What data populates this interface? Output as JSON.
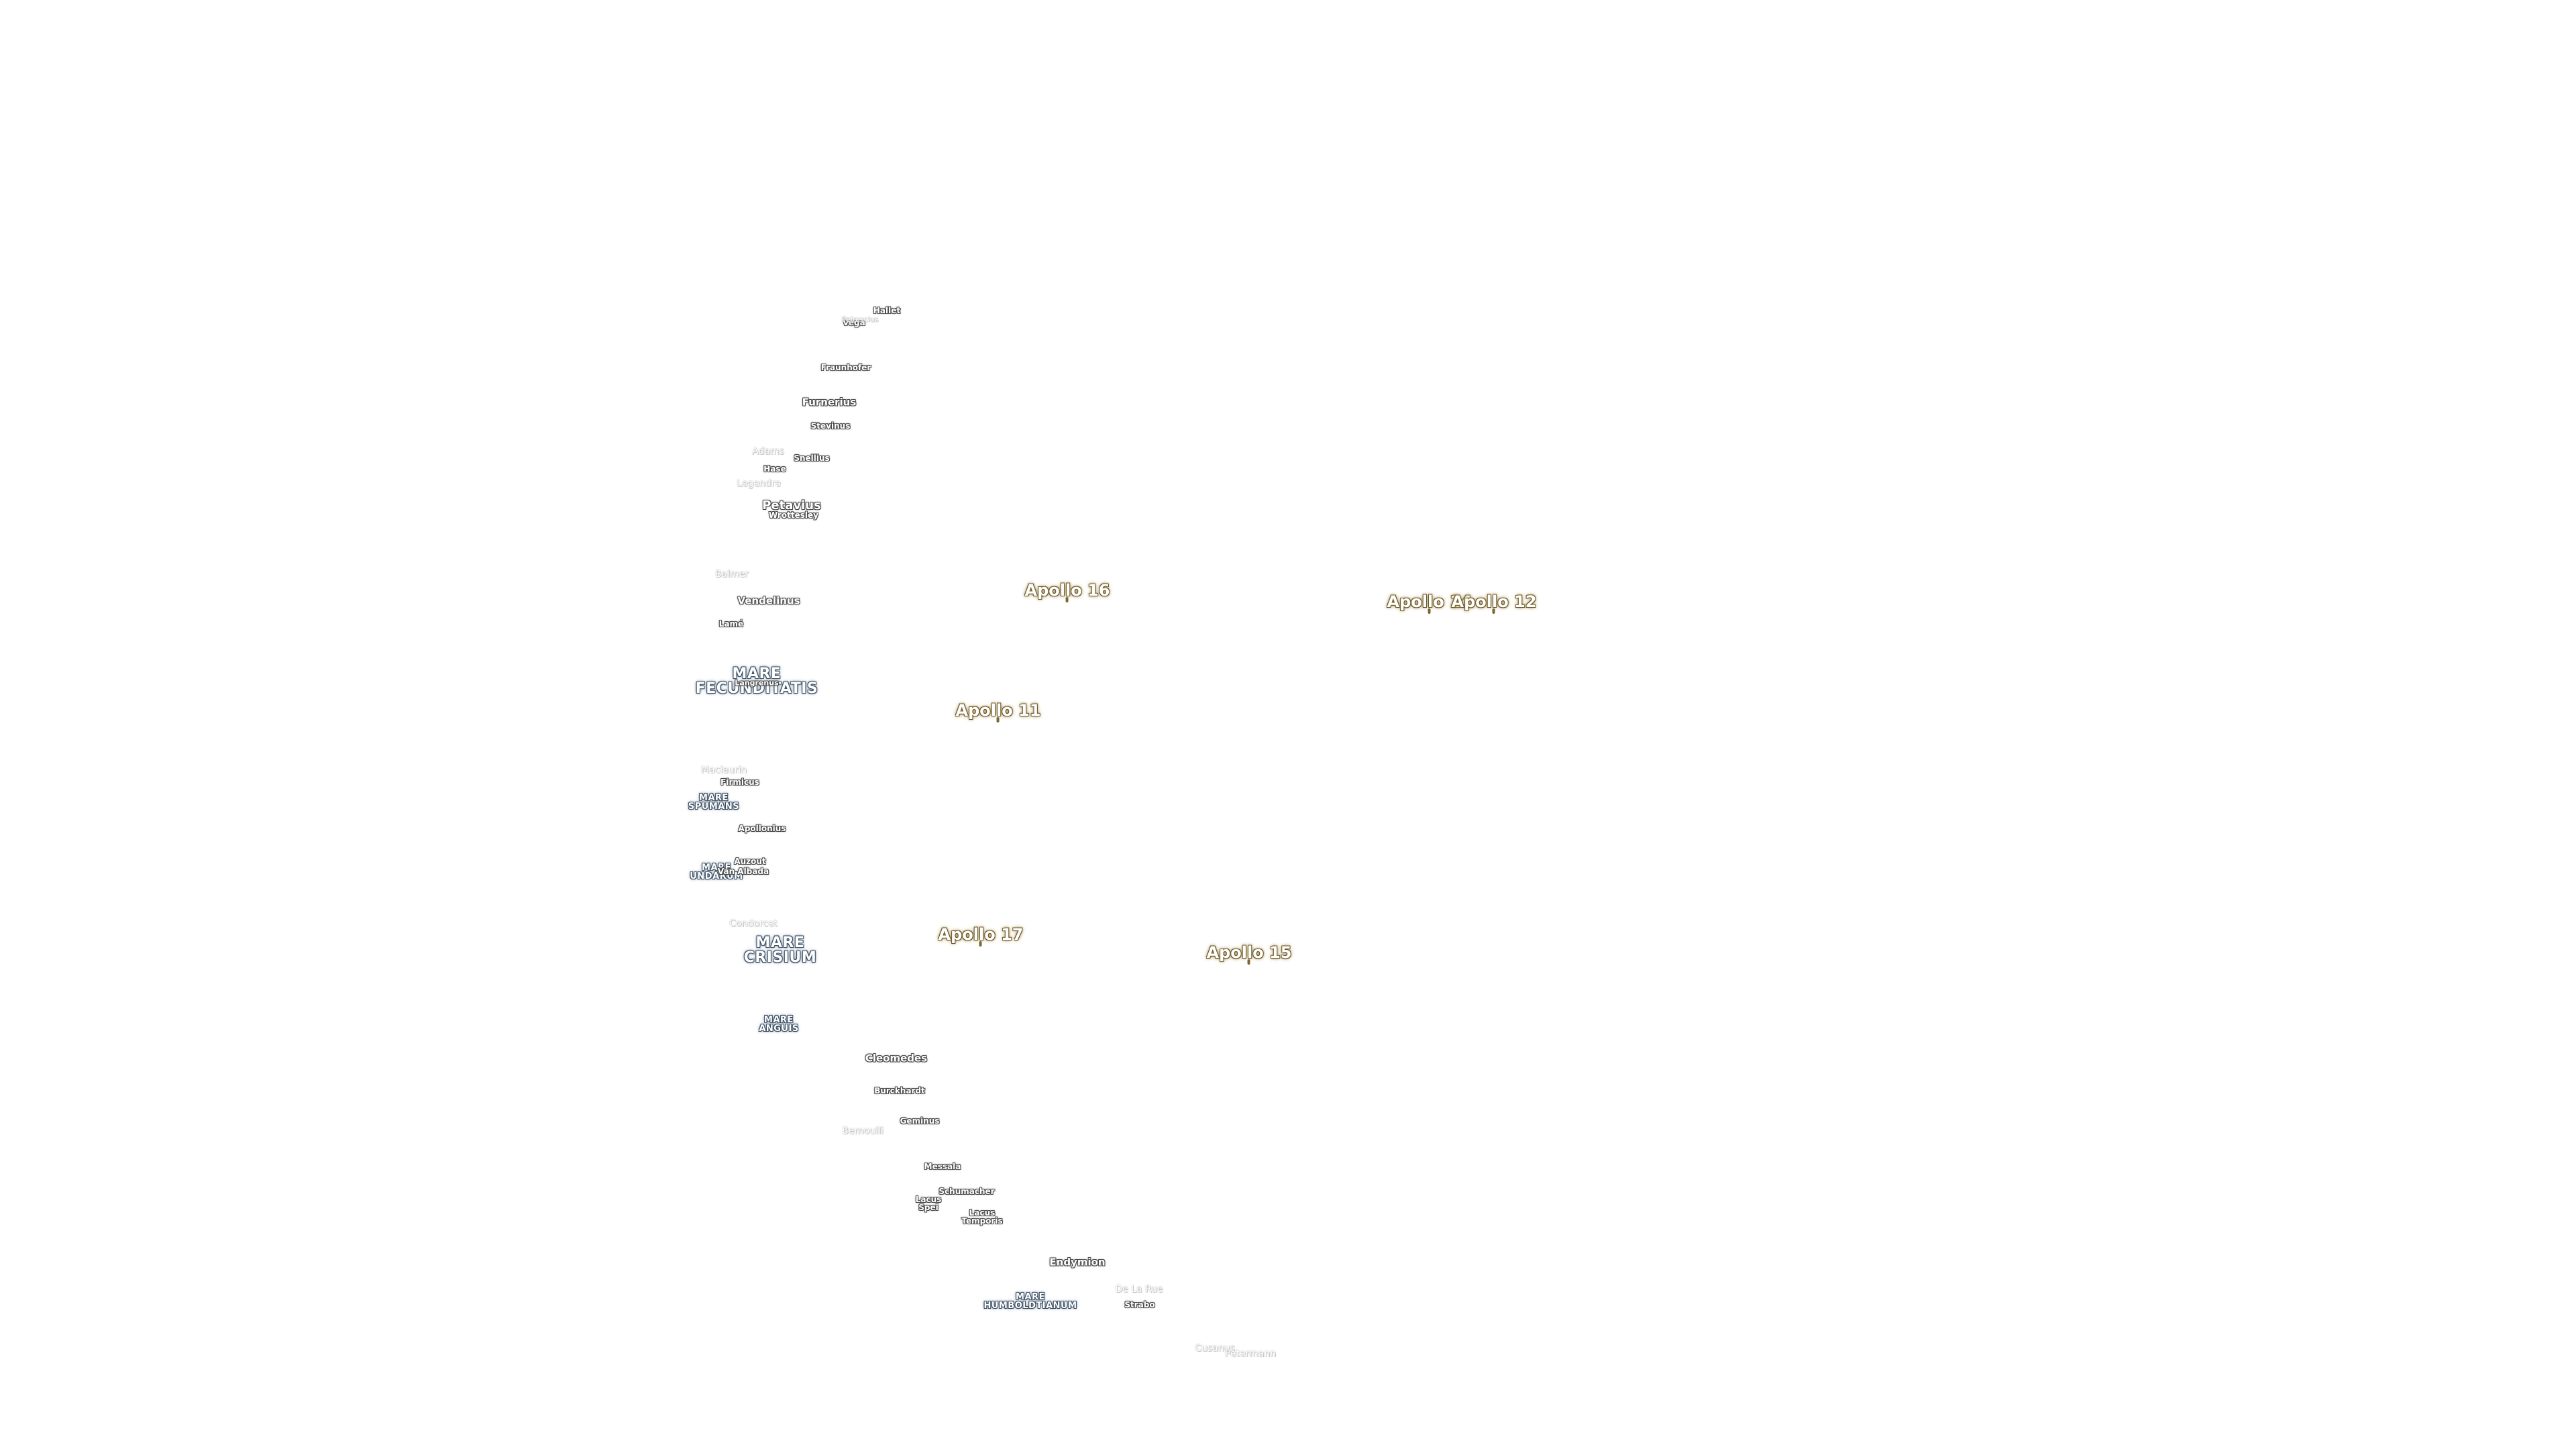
{
  "map": {
    "maria": [
      {
        "id": "mare-fecunditatis",
        "lines": [
          "MARE",
          "FECUNDITATIS"
        ]
      },
      {
        "id": "mare-spumans",
        "lines": [
          "MARE",
          "SPUMANS"
        ]
      },
      {
        "id": "mare-undarum",
        "lines": [
          "MARE",
          "UNDARUM"
        ]
      },
      {
        "id": "mare-crisium",
        "lines": [
          "MARE",
          "CRISIUM"
        ]
      },
      {
        "id": "mare-anguis",
        "lines": [
          "MARE",
          "ANGUIS"
        ]
      },
      {
        "id": "mare-humboldtianum",
        "lines": [
          "MARE",
          "HUMBOLDTIANUM"
        ]
      }
    ],
    "craters": [
      {
        "id": "hallet",
        "name": "Hallet"
      },
      {
        "id": "vega",
        "name": "Vega"
      },
      {
        "id": "peirescius",
        "name": "Peirescius"
      },
      {
        "id": "fraunhofer",
        "name": "Fraunhofer"
      },
      {
        "id": "furnerius",
        "name": "Furnerius"
      },
      {
        "id": "stevinus",
        "name": "Stevinus"
      },
      {
        "id": "adams",
        "name": "Adams"
      },
      {
        "id": "snellius",
        "name": "Snellius"
      },
      {
        "id": "hase",
        "name": "Hase"
      },
      {
        "id": "legendre",
        "name": "Legendre"
      },
      {
        "id": "petavius",
        "name": "Petavius"
      },
      {
        "id": "wrottesley",
        "name": "Wrottesley"
      },
      {
        "id": "balmer",
        "name": "Balmer"
      },
      {
        "id": "vendelinus",
        "name": "Vendelinus"
      },
      {
        "id": "lame",
        "name": "Lamé"
      },
      {
        "id": "langrenus",
        "name": "Langrenus"
      },
      {
        "id": "maclaurin",
        "name": "Maclaurin"
      },
      {
        "id": "firmicus",
        "name": "Firmicus"
      },
      {
        "id": "apollonius",
        "name": "Apollonius"
      },
      {
        "id": "auzout",
        "name": "Auzout"
      },
      {
        "id": "van-albada",
        "name": "Van Albada"
      },
      {
        "id": "condorcet",
        "name": "Condorcet"
      },
      {
        "id": "cleomedes",
        "name": "Cleomedes"
      },
      {
        "id": "burckhardt",
        "name": "Burckhardt"
      },
      {
        "id": "geminus",
        "name": "Geminus"
      },
      {
        "id": "bernoulli",
        "name": "Bernoulli"
      },
      {
        "id": "messala",
        "name": "Messala"
      },
      {
        "id": "schumacher",
        "name": "Schumacher"
      },
      {
        "id": "lacus-spei",
        "name": "Lacus Spei"
      },
      {
        "id": "lacus-temporis",
        "name": "Lacus Temporis"
      },
      {
        "id": "endymion",
        "name": "Endymion"
      },
      {
        "id": "de-la-rue",
        "name": "De La Rue"
      },
      {
        "id": "strabo",
        "name": "Strabo"
      },
      {
        "id": "cusanus",
        "name": "Cusanus"
      },
      {
        "id": "petermann",
        "name": "Petermann"
      }
    ],
    "landing_sites": [
      {
        "id": "apollo-16",
        "name": "Apollo 16"
      },
      {
        "id": "apollo-14",
        "name": "Apollo 14"
      },
      {
        "id": "apollo-12",
        "name": "Apollo 12"
      },
      {
        "id": "apollo-11",
        "name": "Apollo 11"
      },
      {
        "id": "apollo-17",
        "name": "Apollo 17"
      },
      {
        "id": "apollo-15",
        "name": "Apollo 15"
      }
    ]
  }
}
